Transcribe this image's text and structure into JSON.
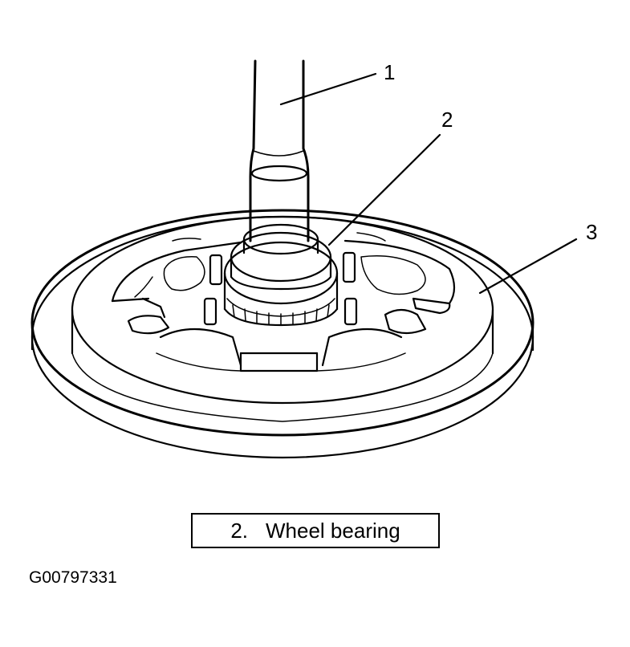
{
  "callouts": [
    {
      "number": "1"
    },
    {
      "number": "2"
    },
    {
      "number": "3"
    }
  ],
  "caption": {
    "number": "2.",
    "text": "Wheel bearing"
  },
  "figure_id": "G00797331"
}
